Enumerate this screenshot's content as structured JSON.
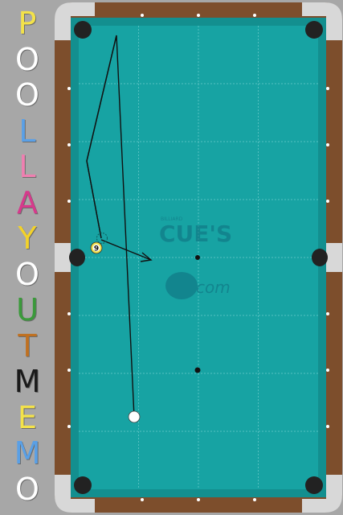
{
  "side_title": {
    "letters": [
      {
        "char": "P",
        "color": "#f3e24a"
      },
      {
        "char": "O",
        "color": "#ffffff"
      },
      {
        "char": "O",
        "color": "#ffffff"
      },
      {
        "char": "L",
        "color": "#5aa0e6"
      },
      {
        "char": "L",
        "color": "#ef7fb0"
      },
      {
        "char": "A",
        "color": "#d63a8c"
      },
      {
        "char": "Y",
        "color": "#f3d22a"
      },
      {
        "char": "O",
        "color": "#ffffff"
      },
      {
        "char": "U",
        "color": "#3a9a3a"
      },
      {
        "char": "T",
        "color": "#c07020"
      },
      {
        "char": "M",
        "color": "#1a1a1a"
      },
      {
        "char": "E",
        "color": "#f3e24a"
      },
      {
        "char": "M",
        "color": "#5aa0e6"
      },
      {
        "char": "O",
        "color": "#ffffff"
      }
    ]
  },
  "logo": {
    "small_text": "BILLIARD",
    "main_text": "CUE'S",
    "sub_text": "com"
  },
  "balls": {
    "nine_ball_label": "9"
  },
  "colors": {
    "cloth": "#17a3a3",
    "cloth_rail": "#138f8f",
    "wood": "#7d4e2c",
    "corner": "#d8d8d8",
    "background": "#a7a7a7"
  }
}
